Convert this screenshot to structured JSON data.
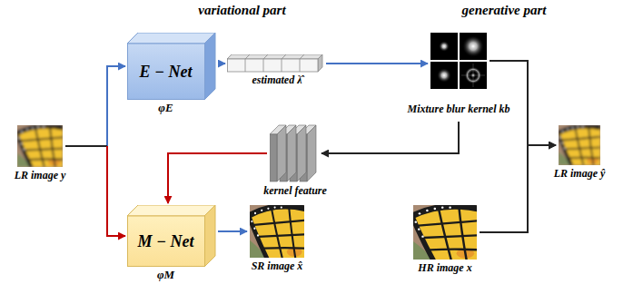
{
  "diagram": {
    "nodes": [
      {
        "text": [
          "LR image y"
        ]
      },
      {
        "text": [
          "variational part"
        ]
      },
      {
        "text": [
          "E − Net",
          "φE"
        ],
        "in": 1
      },
      {
        "text": [
          "estimated λ̂"
        ],
        "in": 1
      },
      {
        "text": [
          "kernel feature"
        ],
        "in": 1
      },
      {
        "text": [
          "M − Net",
          "φM"
        ],
        "in": 1
      },
      {
        "text": [
          "SR image x̂"
        ],
        "in": 1
      },
      {
        "text": [
          "generative part"
        ]
      },
      {
        "text": [
          "Mixture blur kernel kb"
        ],
        "in": 7
      },
      {
        "text": [
          "LR image ŷ"
        ],
        "in": 7
      },
      {
        "text": [
          "HR image x"
        ],
        "in": 7
      }
    ],
    "edges": [
      {
        "from": 0,
        "to": 2,
        "arrow": "to"
      },
      {
        "from": 0,
        "to": 5,
        "arrow": "to"
      },
      {
        "from": 2,
        "to": 3,
        "arrow": "to"
      },
      {
        "from": 3,
        "to": 8,
        "arrow": "to"
      },
      {
        "from": 8,
        "to": 4,
        "arrow": "to"
      },
      {
        "from": 4,
        "to": 5,
        "arrow": "to"
      },
      {
        "from": 5,
        "to": 6,
        "arrow": "to"
      },
      {
        "from": 8,
        "to": 9,
        "arrow": "to"
      },
      {
        "from": 10,
        "to": 9,
        "arrow": "to"
      }
    ]
  }
}
